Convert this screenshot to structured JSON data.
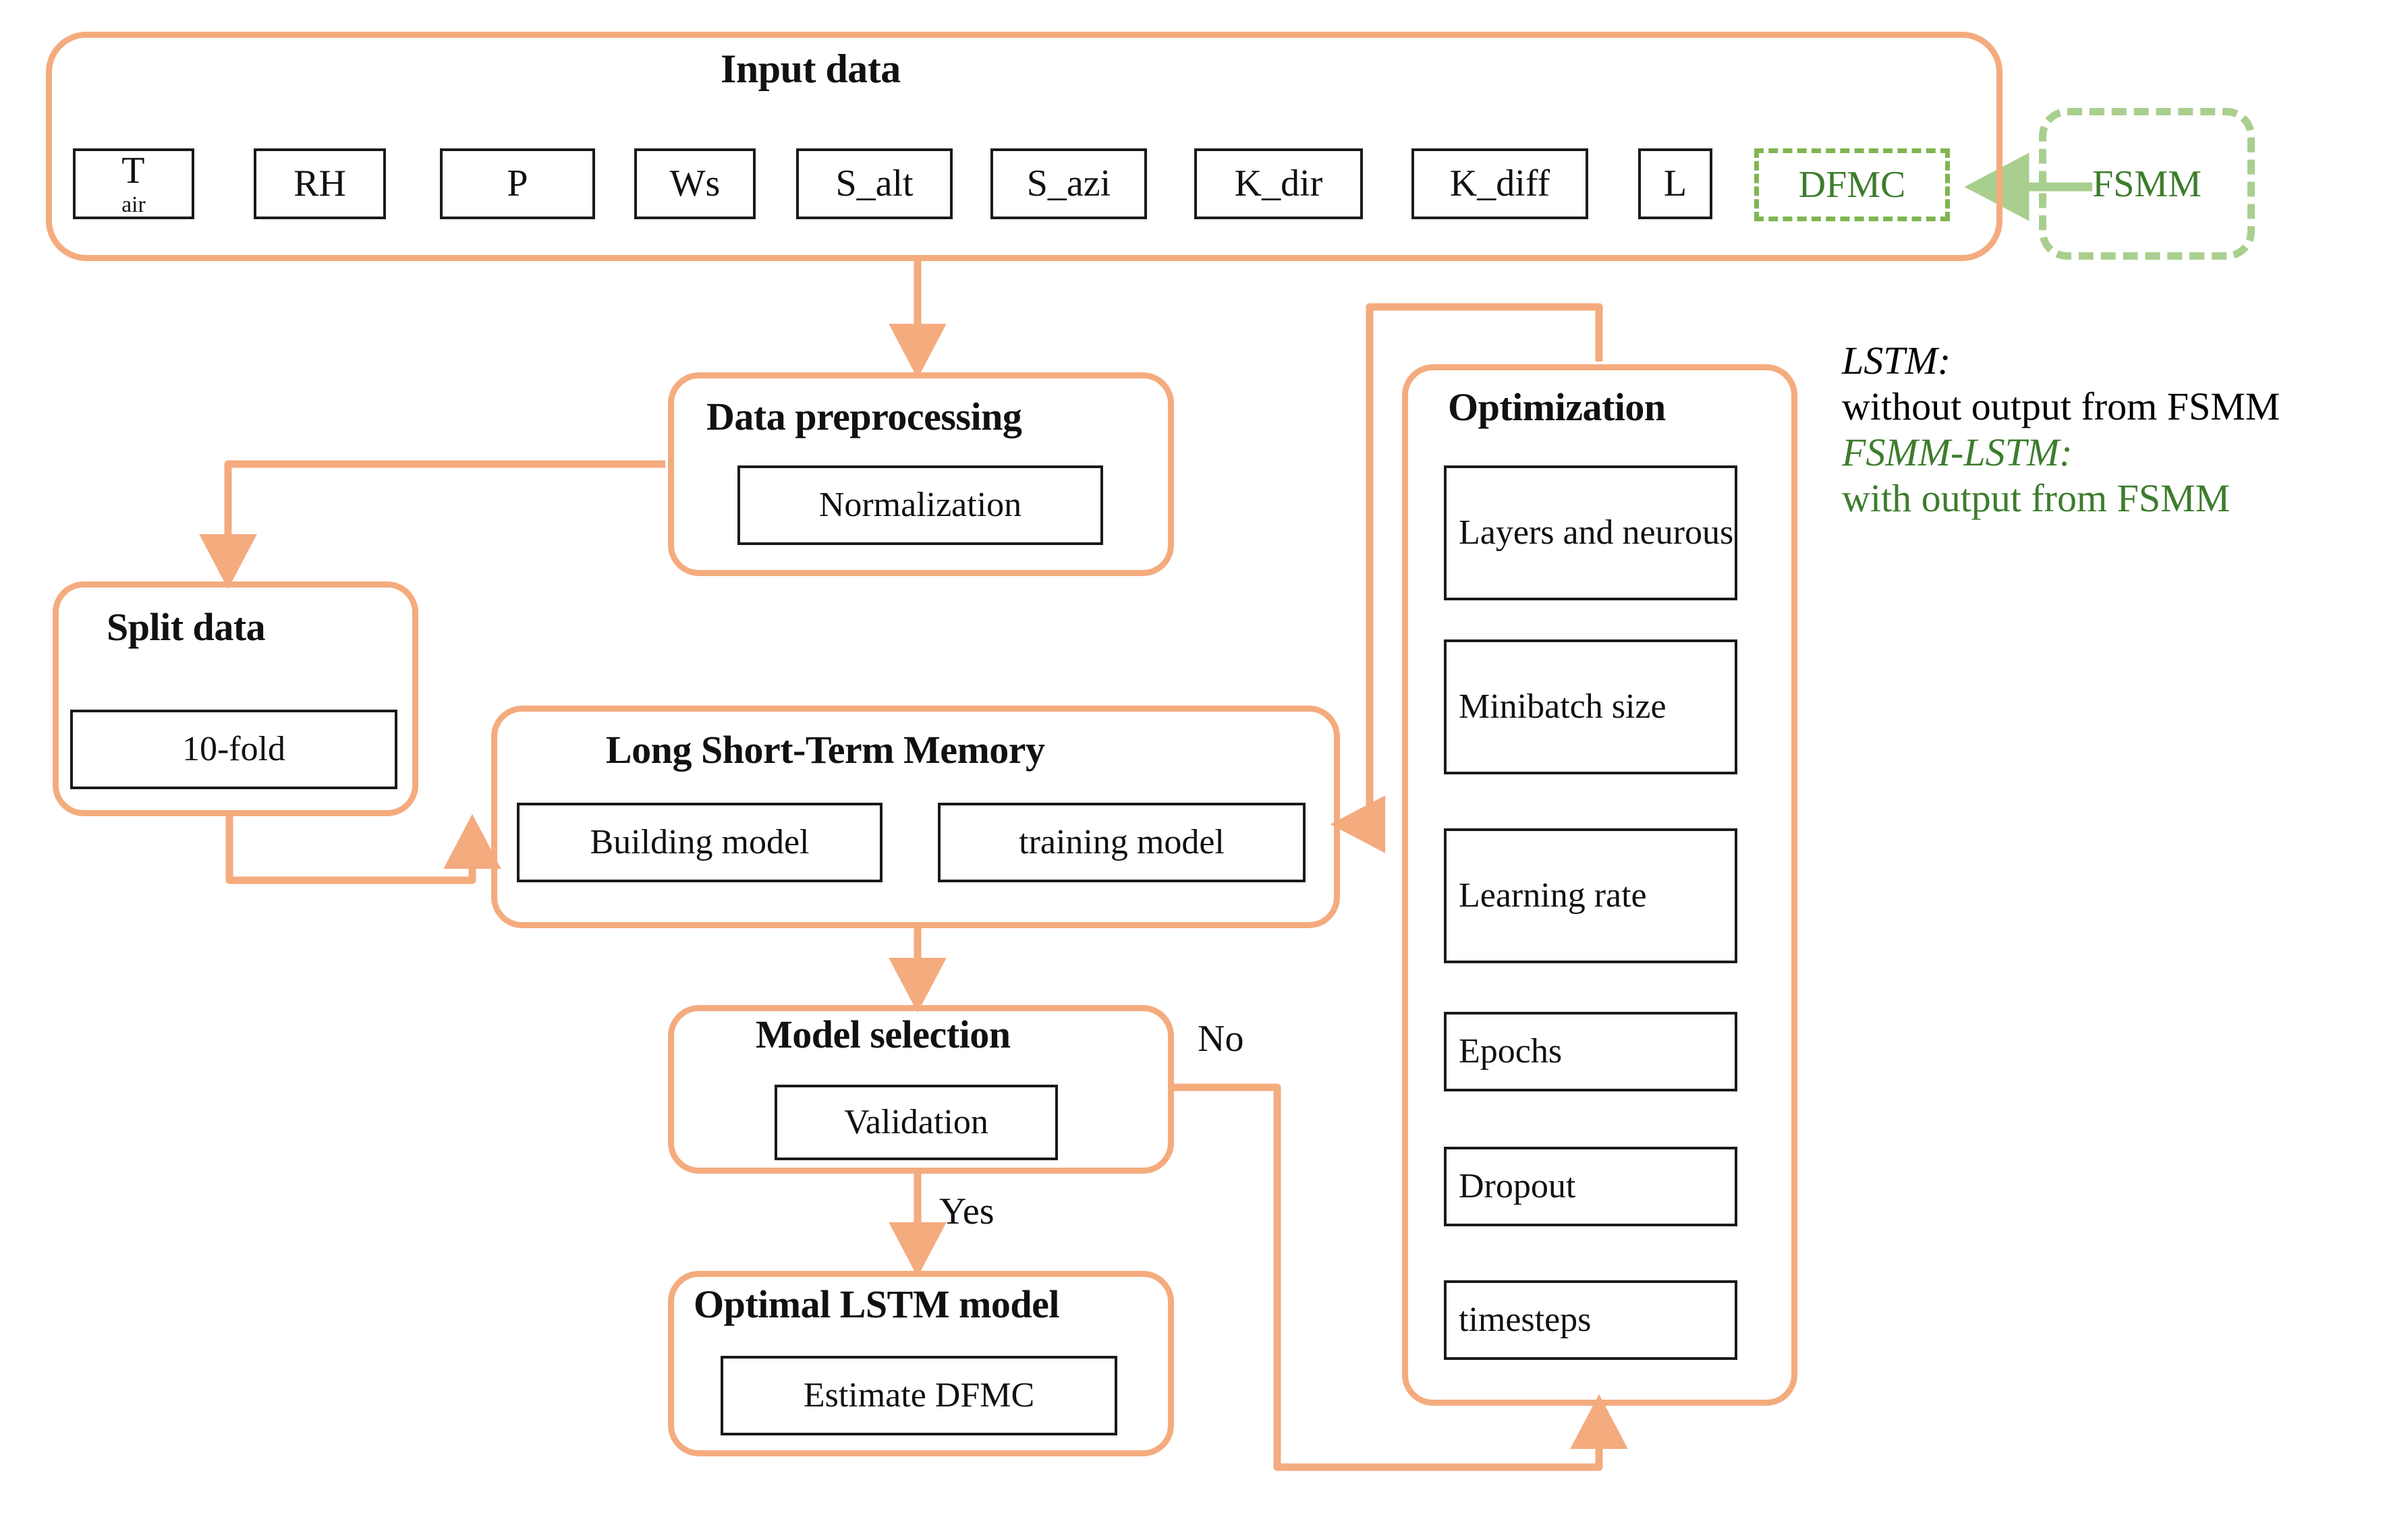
{
  "colors": {
    "flow_orange": "#f4ab7e",
    "box_black": "#1a1a1a",
    "green_dark": "#3d7c2d",
    "green_dash": "#7fb551",
    "green_light": "#a9cf8f",
    "background": "#ffffff"
  },
  "input_stage": {
    "title": "Input data",
    "variables": [
      {
        "label": "T",
        "sub": "air"
      },
      {
        "label": "RH",
        "sub": ""
      },
      {
        "label": "P",
        "sub": ""
      },
      {
        "label": "Ws",
        "sub": ""
      },
      {
        "label": "S_alt",
        "sub": ""
      },
      {
        "label": "S_azi",
        "sub": ""
      },
      {
        "label": "K_dir",
        "sub": ""
      },
      {
        "label": "K_diff",
        "sub": ""
      },
      {
        "label": "L",
        "sub": ""
      }
    ],
    "dfmc": "DFMC",
    "fsmm": "FSMM"
  },
  "preprocessing": {
    "title": "Data preprocessing",
    "items": [
      "Normalization"
    ]
  },
  "split": {
    "title": "Split data",
    "items": [
      "10-fold"
    ]
  },
  "lstm": {
    "title": "Long Short-Term Memory",
    "items": [
      "Building model",
      "training model"
    ]
  },
  "model_selection": {
    "title": "Model selection",
    "items": [
      "Validation"
    ]
  },
  "optimal": {
    "title": "Optimal LSTM model",
    "items": [
      "Estimate DFMC"
    ]
  },
  "optimization": {
    "title": "Optimization",
    "items": [
      "Layers and neurous",
      "Minibatch size",
      "Learning rate",
      "Epochs",
      "Dropout",
      "timesteps"
    ]
  },
  "edge_labels": {
    "no": "No",
    "yes": "Yes"
  },
  "legend": {
    "lstm_key": "LSTM:",
    "lstm_desc": "without output from FSMM",
    "fsmm_lstm_key": "FSMM-LSTM:",
    "fsmm_lstm_desc": "with output from FSMM"
  }
}
